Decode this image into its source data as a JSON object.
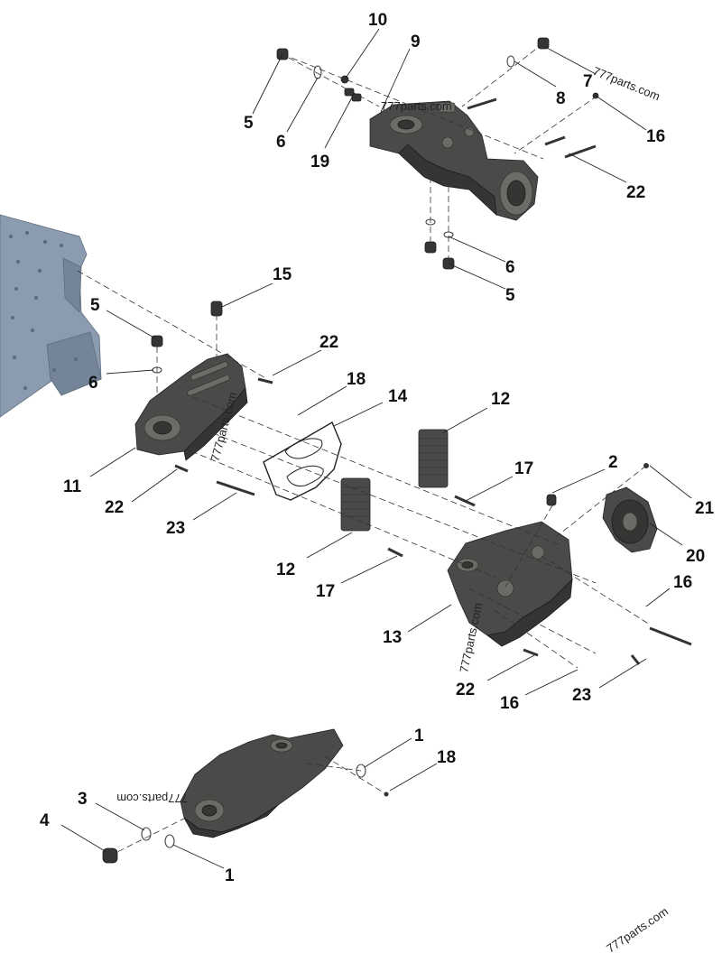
{
  "callouts": [
    {
      "id": "c10a",
      "text": "10"
    },
    {
      "id": "c9a",
      "text": "9"
    },
    {
      "id": "c5a",
      "text": "5"
    },
    {
      "id": "c6a",
      "text": "6"
    },
    {
      "id": "c19",
      "text": "19"
    },
    {
      "id": "c7",
      "text": "7"
    },
    {
      "id": "c8",
      "text": "8"
    },
    {
      "id": "c16a",
      "text": "16"
    },
    {
      "id": "c22a",
      "text": "22"
    },
    {
      "id": "c6b",
      "text": "6"
    },
    {
      "id": "c5b",
      "text": "5"
    },
    {
      "id": "c15",
      "text": "15"
    },
    {
      "id": "c5c",
      "text": "5"
    },
    {
      "id": "c22b",
      "text": "22"
    },
    {
      "id": "c6c",
      "text": "6"
    },
    {
      "id": "c18a",
      "text": "18"
    },
    {
      "id": "c14",
      "text": "14"
    },
    {
      "id": "c12a",
      "text": "12"
    },
    {
      "id": "c11",
      "text": "11"
    },
    {
      "id": "c22c",
      "text": "22"
    },
    {
      "id": "c23a",
      "text": "23"
    },
    {
      "id": "c17a",
      "text": "17"
    },
    {
      "id": "c2",
      "text": "2"
    },
    {
      "id": "c21",
      "text": "21"
    },
    {
      "id": "c12b",
      "text": "12"
    },
    {
      "id": "c17b",
      "text": "17"
    },
    {
      "id": "c20",
      "text": "20"
    },
    {
      "id": "c16b",
      "text": "16"
    },
    {
      "id": "c13",
      "text": "13"
    },
    {
      "id": "c22d",
      "text": "22"
    },
    {
      "id": "c16c",
      "text": "16"
    },
    {
      "id": "c23b",
      "text": "23"
    },
    {
      "id": "c1a",
      "text": "1"
    },
    {
      "id": "c18b",
      "text": "18"
    },
    {
      "id": "c3",
      "text": "3"
    },
    {
      "id": "c4",
      "text": "4"
    },
    {
      "id": "c1b",
      "text": "1"
    }
  ],
  "watermarks": [
    {
      "id": "w1",
      "text": "777parts.com"
    },
    {
      "id": "w2",
      "text": "777parts.com"
    },
    {
      "id": "w3",
      "text": "777parts.com"
    },
    {
      "id": "w4",
      "text": "777parts.com"
    },
    {
      "id": "w5",
      "text": "777parts.com"
    },
    {
      "id": "w6",
      "text": "777parts.com"
    }
  ]
}
